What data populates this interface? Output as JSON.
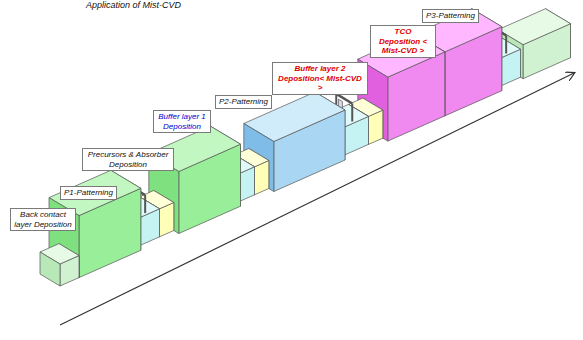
{
  "diagram": {
    "title": "Application of Mist-CVD",
    "nodes": [
      {
        "text": [
          "Back contact layer Deposition"
        ]
      },
      {
        "text": [
          "P1-Patterning"
        ]
      },
      {
        "text": [
          "Precursors & Absorber Deposition"
        ]
      },
      {
        "text": [
          "Buffer layer 1 Deposition"
        ]
      },
      {
        "text": [
          "P2-Patterning"
        ]
      },
      {
        "text": [
          "Buffer layer 2 Deposition< Mist-CVD >"
        ]
      },
      {
        "text": [
          "TCO Deposition < Mist-CVD >"
        ]
      },
      {
        "text": [
          "P3-Patterning"
        ]
      }
    ]
  }
}
